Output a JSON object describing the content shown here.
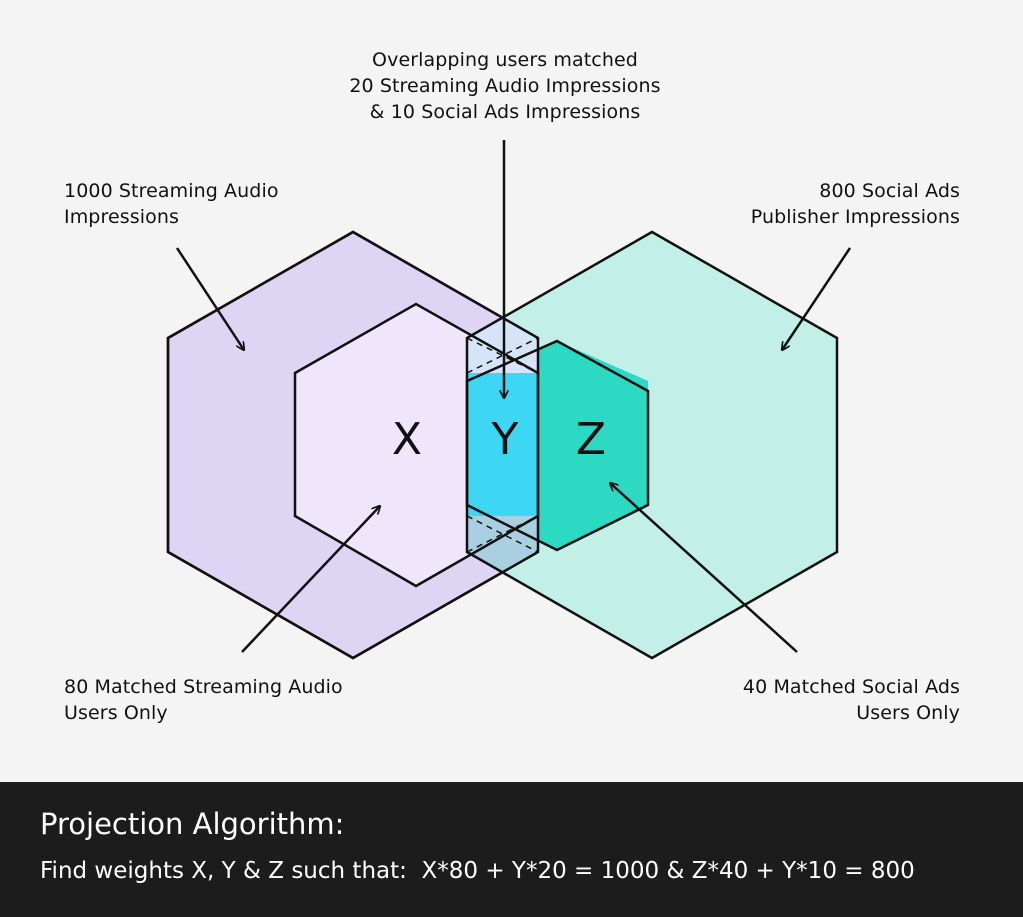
{
  "labels": {
    "overlap": [
      "Overlapping users matched",
      "20 Streaming Audio Impressions",
      "& 10 Social Ads Impressions"
    ],
    "streaming_total": [
      "1000 Streaming Audio",
      "Impressions"
    ],
    "social_total": [
      "800 Social Ads",
      "Publisher Impressions"
    ],
    "streaming_matched": [
      "80 Matched Streaming Audio",
      "Users Only"
    ],
    "social_matched": [
      "40 Matched Social Ads",
      "Users Only"
    ]
  },
  "letters": {
    "x": "X",
    "y": "Y",
    "z": "Z"
  },
  "footer": {
    "title": "Projection Algorithm:",
    "body": "Find weights X, Y & Z such that:  X*80 + Y*20 = 1000 & Z*40 + Y*10 = 800"
  },
  "colors": {
    "streaming_outer": "#ddd5f3",
    "streaming_inner": "#f0e6fb",
    "social_outer": "#c2f0e8",
    "social_inner": "#2dd9c3",
    "overlap_center": "#3dd7f5",
    "overlap_light": "#d6e4f8",
    "overlap_mid": "#a9cfe0",
    "footer_bg": "#1c1c1c"
  }
}
